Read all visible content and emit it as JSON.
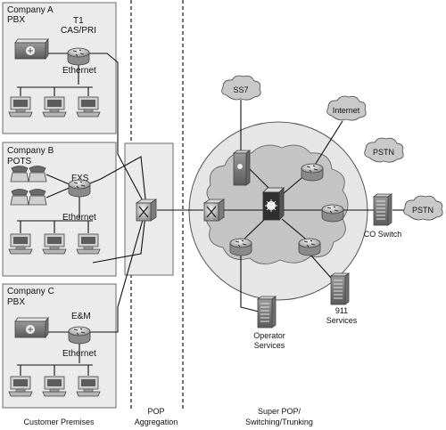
{
  "zones": {
    "customer": "Customer Premises",
    "pop": [
      "POP",
      "Aggregation"
    ],
    "super_pop": [
      "Super POP/",
      "Switching/Trunking"
    ]
  },
  "company_a": {
    "title": [
      "Company A",
      "PBX"
    ],
    "trunk_label": [
      "T1",
      "CAS/PRI"
    ],
    "lan_label": "Ethernet"
  },
  "company_b": {
    "title": [
      "Company B",
      "POTS"
    ],
    "trunk_label": "FXS",
    "lan_label": "Ethernet"
  },
  "company_c": {
    "title": [
      "Company C",
      "PBX"
    ],
    "trunk_label": "E&M",
    "lan_label": "Ethernet"
  },
  "clouds": {
    "ss7": "SS7",
    "internet": "Internet",
    "pstn_inner": "PSTN",
    "pstn_outer": "PSTN"
  },
  "nodes": {
    "co_switch": "CO Switch",
    "services_911": [
      "911",
      "Services"
    ],
    "operator": [
      "Operator",
      "Services"
    ]
  },
  "icons": [
    "pbx-icon",
    "router-icon",
    "phone-icon",
    "workstation-icon",
    "atm-switch-icon",
    "multilayer-switch-icon",
    "server-tower-icon",
    "cloud-icon"
  ]
}
